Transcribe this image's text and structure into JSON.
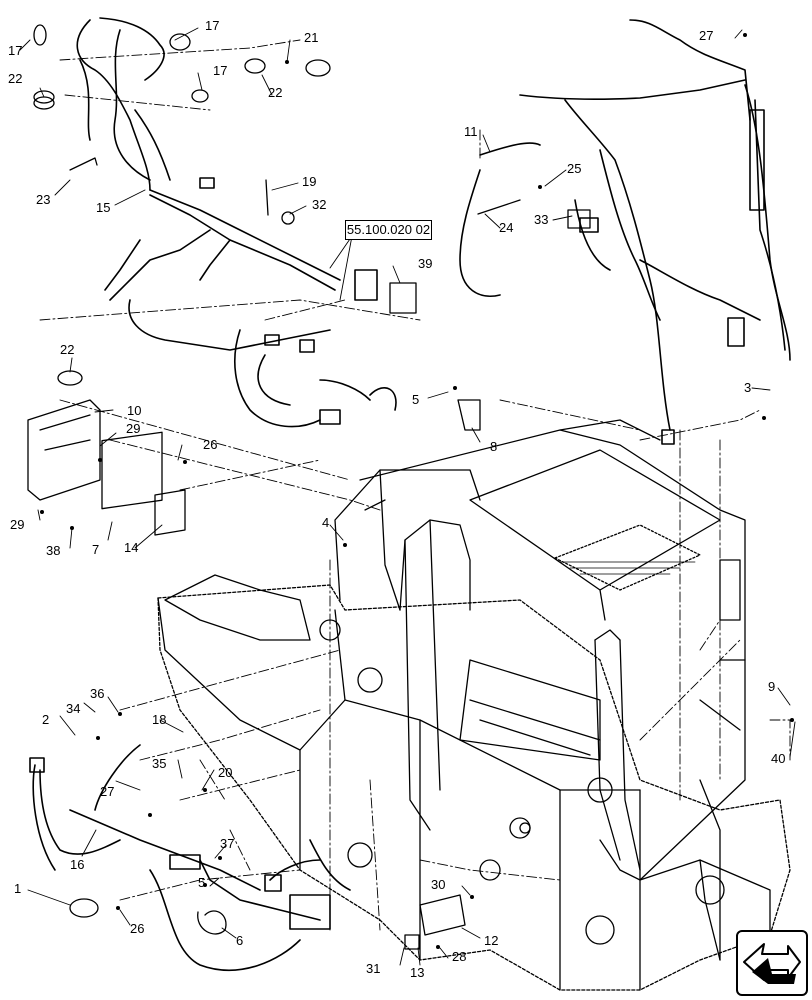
{
  "reference_box": "55.100.020 02",
  "callouts": {
    "c1": "1",
    "c2": "2",
    "c3": "3",
    "c4": "4",
    "c5a": "5",
    "c5b": "5",
    "c6": "6",
    "c7": "7",
    "c8": "8",
    "c9": "9",
    "c10": "10",
    "c11": "11",
    "c12": "12",
    "c13": "13",
    "c14": "14",
    "c15": "15",
    "c16": "16",
    "c17a": "17",
    "c17b": "17",
    "c17c": "17",
    "c18": "18",
    "c19": "19",
    "c20": "20",
    "c21": "21",
    "c22a": "22",
    "c22b": "22",
    "c22c": "22",
    "c23": "23",
    "c24": "24",
    "c25": "25",
    "c26a": "26",
    "c26b": "26",
    "c27a": "27",
    "c27b": "27",
    "c28": "28",
    "c29a": "29",
    "c29b": "29",
    "c30": "30",
    "c31": "31",
    "c32": "32",
    "c33": "33",
    "c34": "34",
    "c35": "35",
    "c36": "36",
    "c37": "37",
    "c38": "38",
    "c39": "39",
    "c40": "40"
  },
  "icons": {
    "navigation": "arrow-icon"
  }
}
